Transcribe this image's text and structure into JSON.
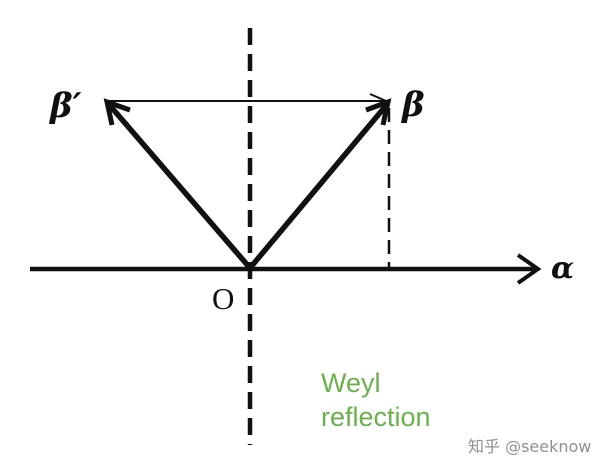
{
  "diagram": {
    "labels": {
      "beta": "β",
      "beta_prime": "β′",
      "alpha": "α",
      "origin": "O"
    },
    "caption": {
      "line1": "Weyl",
      "line2": "reflection"
    },
    "caption_color": "#6ab04c"
  },
  "watermark": {
    "text": "知乎 @seeknow"
  }
}
